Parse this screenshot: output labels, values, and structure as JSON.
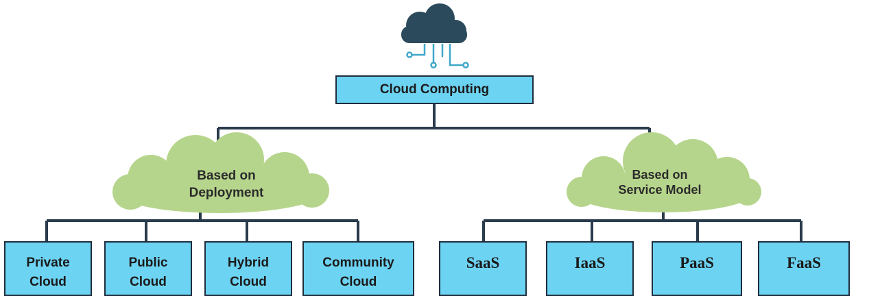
{
  "root": {
    "label": "Cloud Computing"
  },
  "branches": [
    {
      "label": "Based on\nDeployment",
      "children": [
        "Private\nCloud",
        "Public\nCloud",
        "Hybrid\nCloud",
        "Community\nCloud"
      ]
    },
    {
      "label": "Based on\nService Model",
      "children": [
        "SaaS",
        "IaaS",
        "PaaS",
        "FaaS"
      ]
    }
  ],
  "colors": {
    "box_fill": "#6dd3f2",
    "cloud_green": "#b6d58c",
    "icon_dark": "#2b4a5b",
    "icon_line": "#3fa7c9",
    "connector": "#2a3b4c"
  },
  "icons": {
    "top": "cloud-network-icon"
  }
}
